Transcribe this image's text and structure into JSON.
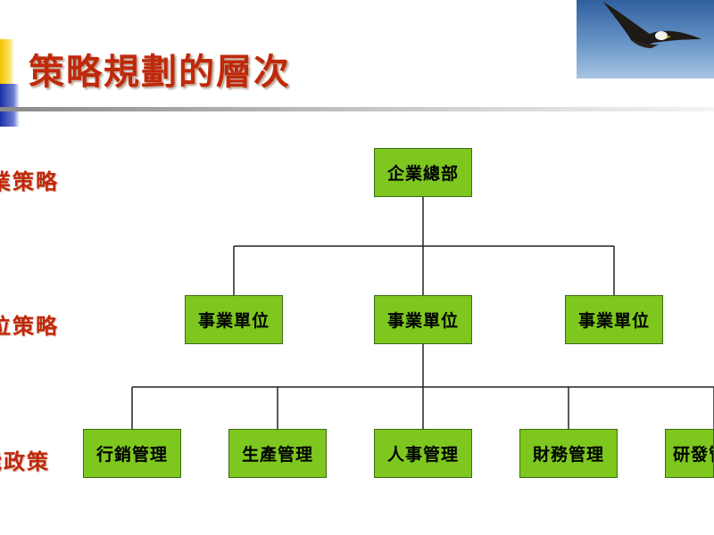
{
  "slide": {
    "title": "策略規劃的層次"
  },
  "level_labels": [
    "業策略",
    "位策略",
    "能政策"
  ],
  "org_chart": {
    "headquarters": "企業總部",
    "business_units": [
      "事業單位",
      "事業單位",
      "事業單位"
    ],
    "functions": [
      "行銷管理",
      "生產管理",
      "人事管理",
      "財務管理",
      "研發管理"
    ]
  },
  "colors": {
    "title": "#c0280a",
    "box_fill": "#7dc71f",
    "box_border": "#3c6b12",
    "line": "#222222"
  },
  "images": {
    "photo": "eagle-in-flight"
  }
}
